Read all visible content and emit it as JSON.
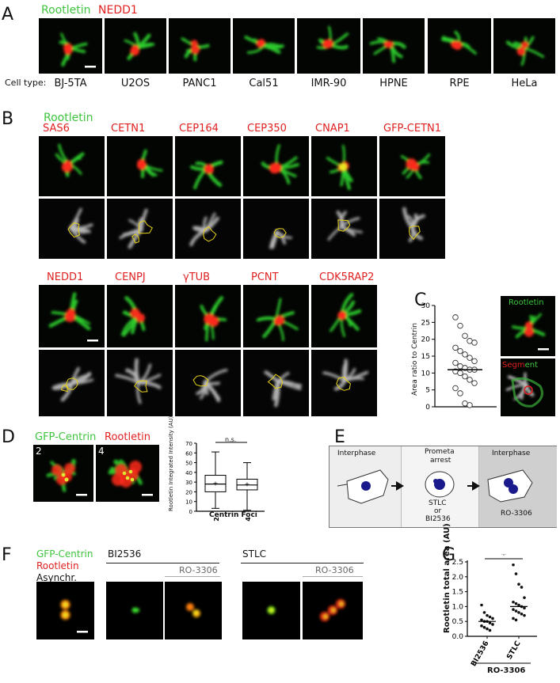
{
  "panelA": {
    "letter": "A",
    "stain1": "Rootletin",
    "stain2": "NEDD1",
    "celltype_label": "Cell type:",
    "cell_types": [
      "BJ-5TA",
      "U2OS",
      "PANC1",
      "Cal51",
      "IMR-90",
      "HPNE",
      "RPE",
      "HeLa"
    ]
  },
  "panelB": {
    "letter": "B",
    "stain_top": "Rootletin",
    "row1": [
      "SAS6",
      "CETN1",
      "CEP164",
      "CEP350",
      "CNAP1",
      "GFP-CETN1"
    ],
    "row2": [
      "NEDD1",
      "CENPJ",
      "γTUB",
      "PCNT",
      "CDK5RAP2"
    ]
  },
  "panelC": {
    "letter": "C",
    "ylabel": "Area ratio to Centrin",
    "yticks": [
      "0",
      "5",
      "10",
      "15",
      "20",
      "25",
      "30"
    ],
    "img_label1": "Rootletin",
    "img_label2_red": "Segm",
    "img_label2_green": "ent"
  },
  "panelD": {
    "letter": "D",
    "stain1": "GFP-Centrin",
    "stain2": "Rootletin",
    "img1_num": "2",
    "img2_num": "4",
    "ylabel": "Rootletin Integrated Intensity (AU)",
    "yticks": [
      "0",
      "10",
      "20",
      "30",
      "40",
      "50",
      "60",
      "70"
    ],
    "xticks": [
      "2",
      "4"
    ],
    "xlabel": "Centrin Foci",
    "sig": "n.s."
  },
  "panelE": {
    "letter": "E",
    "box1": "Interphase",
    "box2a": "Prometa",
    "box2b": "arrest",
    "box3": "Interphase",
    "drug1": "STLC",
    "drug_or": "or",
    "drug2": "BI2536",
    "drug3": "RO-3306"
  },
  "panelF": {
    "letter": "F",
    "stain1": "GFP-Centrin",
    "stain2": "Rootletin",
    "cond0": "Asynchr.",
    "cond1": "BI2536",
    "cond2": "STLC",
    "sub1": "RO-3306",
    "sub2": "RO-3306"
  },
  "panelG": {
    "letter": "G",
    "ylabel": "Rootletin total area (AU)",
    "yticks": [
      "0.0",
      "0.5",
      "1.0",
      "1.5",
      "2.0",
      "2.5"
    ],
    "xticks": [
      "BI2536",
      "STLC"
    ],
    "xgroup": "RO-3306",
    "sig": "*"
  },
  "chart_data": [
    {
      "type": "scatter",
      "panel": "C",
      "ylabel": "Area ratio to Centrin",
      "ylim": [
        0,
        30
      ],
      "values": [
        26.5,
        24,
        21,
        19.5,
        19,
        17.5,
        16.5,
        15.5,
        14.5,
        13.5,
        13,
        12,
        11.5,
        11,
        11,
        10.5,
        10,
        9,
        8,
        7,
        5.5,
        4,
        1,
        0.5
      ],
      "median": 11
    },
    {
      "type": "box",
      "panel": "D",
      "categories": [
        "2",
        "4"
      ],
      "xlabel": "Centrin Foci",
      "ylabel": "Rootletin Integrated Intensity (AU)",
      "ylim": [
        0,
        70
      ],
      "series": [
        {
          "name": "2",
          "min": 3,
          "q1": 20,
          "median": 28,
          "mean": 29,
          "q3": 37,
          "max": 61
        },
        {
          "name": "4",
          "min": 1,
          "q1": 22,
          "median": 27,
          "mean": 28,
          "q3": 33,
          "max": 50
        }
      ],
      "annotation": "n.s."
    },
    {
      "type": "scatter",
      "panel": "G",
      "categories": [
        "BI2536",
        "STLC"
      ],
      "ylabel": "Rootletin total area (AU)",
      "ylim": [
        0,
        2.5
      ],
      "series": [
        {
          "name": "BI2536",
          "values": [
            1.05,
            0.8,
            0.7,
            0.65,
            0.6,
            0.55,
            0.5,
            0.5,
            0.45,
            0.4,
            0.35,
            0.3,
            0.25,
            0.2
          ],
          "median": 0.5
        },
        {
          "name": "STLC",
          "values": [
            2.4,
            2.1,
            1.75,
            1.65,
            1.3,
            1.15,
            1.1,
            1.05,
            1.0,
            0.95,
            0.9,
            0.85,
            0.8,
            0.75,
            0.7,
            0.6,
            0.55
          ],
          "median": 1.0
        }
      ],
      "annotation": "*"
    }
  ]
}
